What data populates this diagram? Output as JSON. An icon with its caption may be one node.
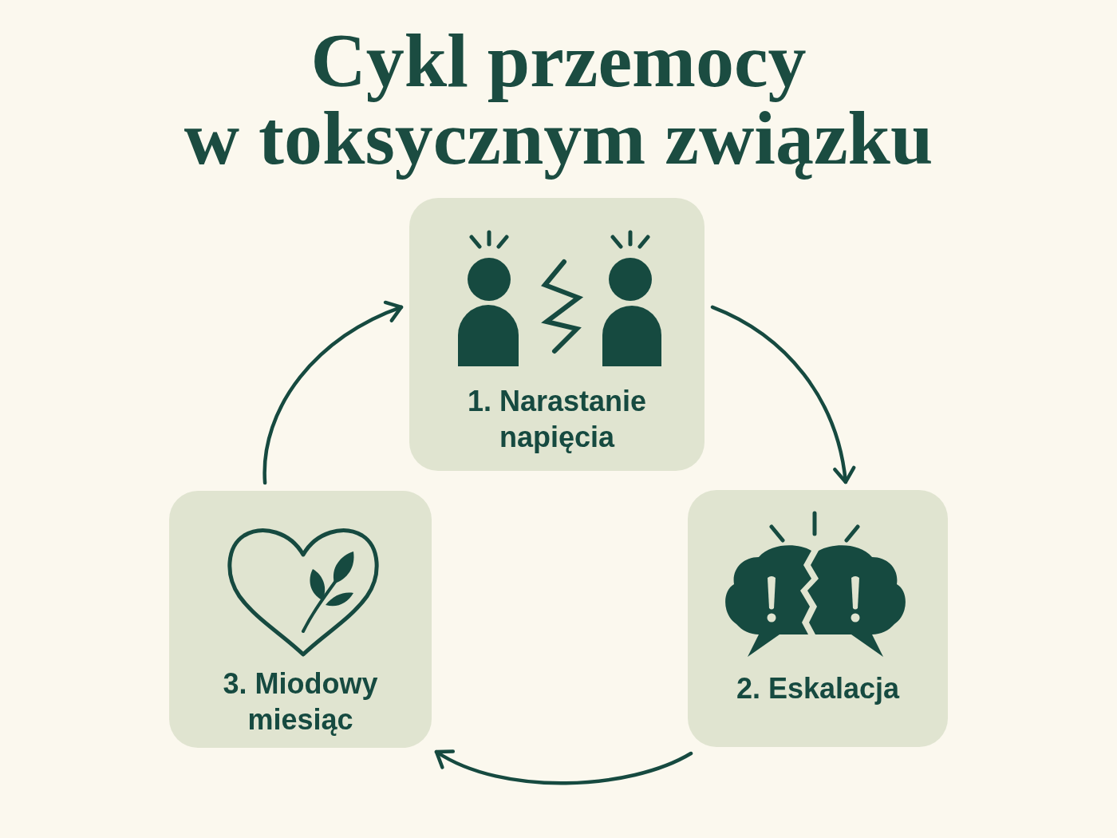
{
  "diagram": {
    "title": "Cykl przemocy w toksycznym związku",
    "nodes": [
      {
        "text": [
          "1. Narastanie napięcia"
        ]
      },
      {
        "text": [
          "2. Eskalacja"
        ]
      },
      {
        "text": [
          "3. Miodowy miesiąc"
        ]
      }
    ],
    "edges": [
      {
        "from": 0,
        "to": 1,
        "arrow": "to"
      },
      {
        "from": 1,
        "to": 2,
        "arrow": "to"
      },
      {
        "from": 2,
        "to": 0,
        "arrow": "to"
      }
    ]
  }
}
